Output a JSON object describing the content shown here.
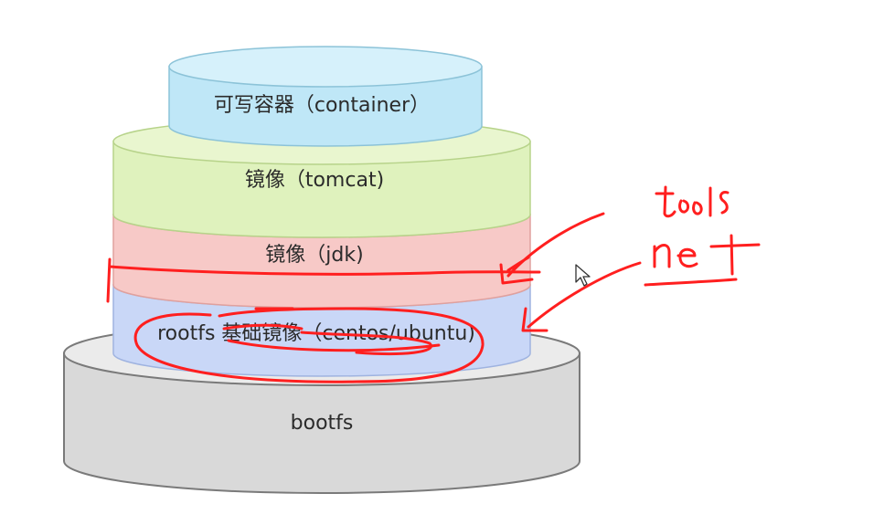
{
  "layers": {
    "container": {
      "label": "可写容器（container）",
      "color": "#bfe7f7",
      "top_color": "#d6f1fb",
      "stroke": "#8cc3d8"
    },
    "tomcat": {
      "label": "镜像（tomcat)",
      "color": "#dff2bd",
      "top_color": "#e9f6cf",
      "stroke": "#b7d38a"
    },
    "jdk": {
      "label": "镜像（jdk)",
      "color": "#f7c9c7",
      "top_color": "#fad9d7",
      "stroke": "#e0a19e"
    },
    "rootfs": {
      "label": "rootfs 基础镜像（centos/ubuntu)",
      "color": "#c9d7f7",
      "top_color": "#dbe5fa",
      "stroke": "#9fb3e0"
    },
    "bootfs": {
      "label": "bootfs",
      "color": "#d9d9d9",
      "top_color": "#ebebeb",
      "stroke": "#7a7a7a"
    }
  },
  "annotations": {
    "ink_color": "#ff1f1f",
    "handwritten_words": [
      "tools",
      "net"
    ]
  },
  "icons": {
    "cursor": "mouse-pointer-icon"
  }
}
